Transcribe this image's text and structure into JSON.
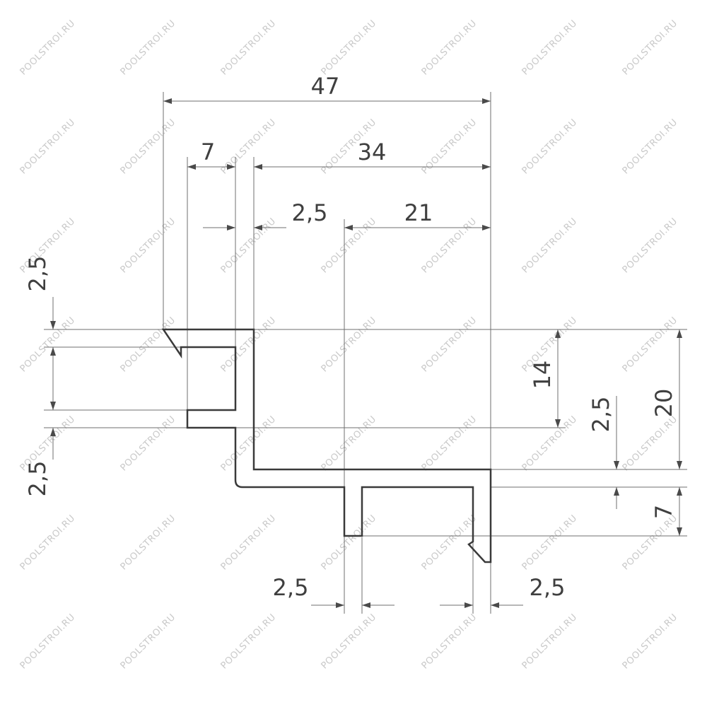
{
  "watermark": "POOLSTROI.RU",
  "colors": {
    "line": "#3a3a3a",
    "dimension": "#6f6f6f",
    "text": "#3f3f3f",
    "watermark": "#c9c9c9",
    "background": "#ffffff"
  },
  "dimensions": {
    "overall_width": "47",
    "top_flange": "7",
    "span_34": "34",
    "wall_thickness_top": "2,5",
    "span_21": "21",
    "left_top_thickness": "2,5",
    "left_bottom_thickness": "2,5",
    "height_14": "14",
    "height_20": "20",
    "right_thickness": "2,5",
    "right_depth": "7",
    "bottom_left_thickness": "2,5",
    "bottom_right_thickness": "2,5"
  }
}
